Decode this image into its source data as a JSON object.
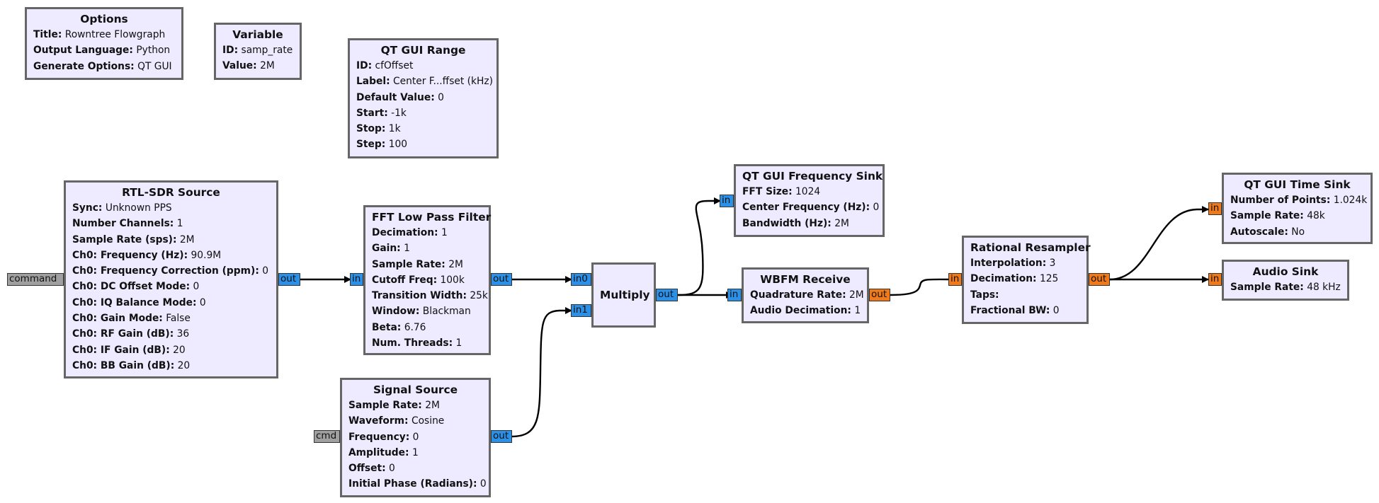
{
  "colors": {
    "block_fill": "#eeeaff",
    "block_border": "#666666",
    "port_complex": "#2a90e8",
    "port_float": "#f07a1a",
    "port_message": "#a0a0a0",
    "wire": "#000000"
  },
  "blocks": {
    "options": {
      "title": "Options",
      "params": [
        {
          "k": "Title:",
          "v": "Rowntree Flowgraph"
        },
        {
          "k": "Output Language:",
          "v": "Python"
        },
        {
          "k": "Generate Options:",
          "v": "QT GUI"
        }
      ]
    },
    "variable": {
      "title": "Variable",
      "params": [
        {
          "k": "ID:",
          "v": "samp_rate"
        },
        {
          "k": "Value:",
          "v": "2M"
        }
      ]
    },
    "qt_gui_range": {
      "title": "QT GUI Range",
      "params": [
        {
          "k": "ID:",
          "v": "cfOffset"
        },
        {
          "k": "Label:",
          "v": "Center F...ffset (kHz)"
        },
        {
          "k": "Default Value:",
          "v": "0"
        },
        {
          "k": "Start:",
          "v": "-1k"
        },
        {
          "k": "Stop:",
          "v": "1k"
        },
        {
          "k": "Step:",
          "v": "100"
        }
      ]
    },
    "rtl_sdr_source": {
      "title": "RTL-SDR Source",
      "params": [
        {
          "k": "Sync:",
          "v": "Unknown PPS"
        },
        {
          "k": "Number Channels:",
          "v": "1"
        },
        {
          "k": "Sample Rate (sps):",
          "v": "2M"
        },
        {
          "k": "Ch0: Frequency (Hz):",
          "v": "90.9M"
        },
        {
          "k": "Ch0: Frequency Correction (ppm):",
          "v": "0"
        },
        {
          "k": "Ch0: DC Offset Mode:",
          "v": "0"
        },
        {
          "k": "Ch0: IQ Balance Mode:",
          "v": "0"
        },
        {
          "k": "Ch0: Gain Mode:",
          "v": "False"
        },
        {
          "k": "Ch0: RF Gain (dB):",
          "v": "36"
        },
        {
          "k": "Ch0: IF Gain (dB):",
          "v": "20"
        },
        {
          "k": "Ch0: BB Gain (dB):",
          "v": "20"
        }
      ]
    },
    "fft_low_pass_filter": {
      "title": "FFT Low Pass Filter",
      "params": [
        {
          "k": "Decimation:",
          "v": "1"
        },
        {
          "k": "Gain:",
          "v": "1"
        },
        {
          "k": "Sample Rate:",
          "v": "2M"
        },
        {
          "k": "Cutoff Freq:",
          "v": "100k"
        },
        {
          "k": "Transition Width:",
          "v": "25k"
        },
        {
          "k": "Window:",
          "v": "Blackman"
        },
        {
          "k": "Beta:",
          "v": "6.76"
        },
        {
          "k": "Num. Threads:",
          "v": "1"
        }
      ]
    },
    "signal_source": {
      "title": "Signal Source",
      "params": [
        {
          "k": "Sample Rate:",
          "v": "2M"
        },
        {
          "k": "Waveform:",
          "v": "Cosine"
        },
        {
          "k": "Frequency:",
          "v": "0"
        },
        {
          "k": "Amplitude:",
          "v": "1"
        },
        {
          "k": "Offset:",
          "v": "0"
        },
        {
          "k": "Initial Phase (Radians):",
          "v": "0"
        }
      ]
    },
    "multiply": {
      "title": "Multiply",
      "params": []
    },
    "qt_gui_frequency_sink": {
      "title": "QT GUI Frequency Sink",
      "params": [
        {
          "k": "FFT Size:",
          "v": "1024"
        },
        {
          "k": "Center Frequency (Hz):",
          "v": "0"
        },
        {
          "k": "Bandwidth (Hz):",
          "v": "2M"
        }
      ]
    },
    "wbfm_receive": {
      "title": "WBFM Receive",
      "params": [
        {
          "k": "Quadrature Rate:",
          "v": "2M"
        },
        {
          "k": "Audio Decimation:",
          "v": "1"
        }
      ]
    },
    "rational_resampler": {
      "title": "Rational Resampler",
      "params": [
        {
          "k": "Interpolation:",
          "v": "3"
        },
        {
          "k": "Decimation:",
          "v": "125"
        },
        {
          "k": "Taps:",
          "v": ""
        },
        {
          "k": "Fractional BW:",
          "v": "0"
        }
      ]
    },
    "qt_gui_time_sink": {
      "title": "QT GUI Time Sink",
      "params": [
        {
          "k": "Number of Points:",
          "v": "1.024k"
        },
        {
          "k": "Sample Rate:",
          "v": "48k"
        },
        {
          "k": "Autoscale:",
          "v": "No"
        }
      ]
    },
    "audio_sink": {
      "title": "Audio Sink",
      "params": [
        {
          "k": "Sample Rate:",
          "v": "48 kHz"
        }
      ]
    }
  },
  "ports": {
    "rtl_command": "command",
    "rtl_out": "out",
    "fft_in": "in",
    "fft_out": "out",
    "sig_cmd": "cmd",
    "sig_out": "out",
    "mult_in0": "in0",
    "mult_in1": "in1",
    "mult_out": "out",
    "freq_in": "in",
    "wbfm_in": "in",
    "wbfm_out": "out",
    "rr_in": "in",
    "rr_out": "out",
    "time_in": "in",
    "audio_in": "in"
  }
}
